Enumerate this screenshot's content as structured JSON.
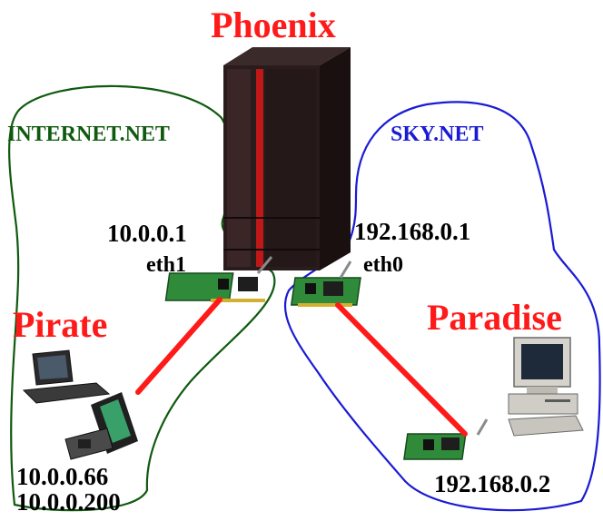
{
  "hosts": {
    "phoenix": {
      "name": "Phoenix"
    },
    "pirate": {
      "name": "Pirate",
      "addresses": [
        "10.0.0.66",
        "10.0.0.200"
      ]
    },
    "paradise": {
      "name": "Paradise",
      "address": "192.168.0.2"
    }
  },
  "networks": {
    "internet": {
      "name": "INTERNET.NET"
    },
    "sky": {
      "name": "SKY.NET"
    }
  },
  "interfaces": {
    "eth1": {
      "name": "eth1",
      "address": "10.0.0.1"
    },
    "eth0": {
      "name": "eth0",
      "address": "192.168.0.1"
    }
  },
  "colors": {
    "host_label": "#ff1a1a",
    "internet_net": "#0f5a0f",
    "sky_net": "#1a1ad6",
    "link": "#ff1a1a",
    "text": "#000000"
  }
}
